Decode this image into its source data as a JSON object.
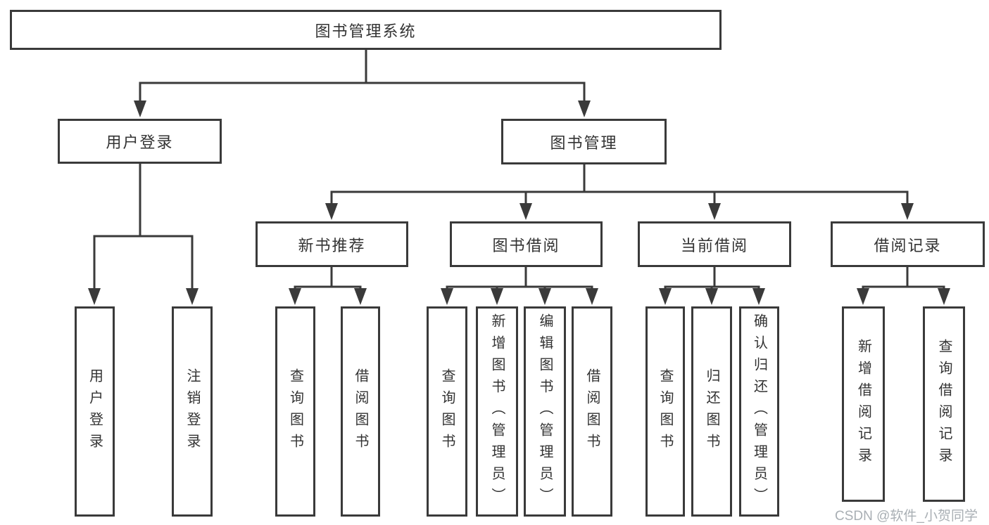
{
  "diagram": {
    "type": "hierarchy-tree",
    "colors": {
      "line": "#3a3a3a",
      "box_border": "#3a3a3a",
      "text": "#333333",
      "background": "#ffffff",
      "watermark": "#a9afb4"
    }
  },
  "tree": {
    "label": "图书管理系统",
    "children": [
      {
        "label": "用户登录",
        "children": [
          {
            "label": "用户登录"
          },
          {
            "label": "注销登录"
          }
        ]
      },
      {
        "label": "图书管理",
        "children": [
          {
            "label": "新书推荐",
            "children": [
              {
                "label": "查询图书"
              },
              {
                "label": "借阅图书"
              }
            ]
          },
          {
            "label": "图书借阅",
            "children": [
              {
                "label": "查询图书"
              },
              {
                "label": "新增图书（管理员）"
              },
              {
                "label": "编辑图书（管理员）"
              },
              {
                "label": "借阅图书"
              }
            ]
          },
          {
            "label": "当前借阅",
            "children": [
              {
                "label": "查询图书"
              },
              {
                "label": "归还图书"
              },
              {
                "label": "确认归还（管理员）"
              }
            ]
          },
          {
            "label": "借阅记录",
            "children": [
              {
                "label": "新增借阅记录"
              },
              {
                "label": "查询借阅记录"
              }
            ]
          }
        ]
      }
    ]
  },
  "watermark": {
    "text": "CSDN @软件_小贺同学"
  }
}
